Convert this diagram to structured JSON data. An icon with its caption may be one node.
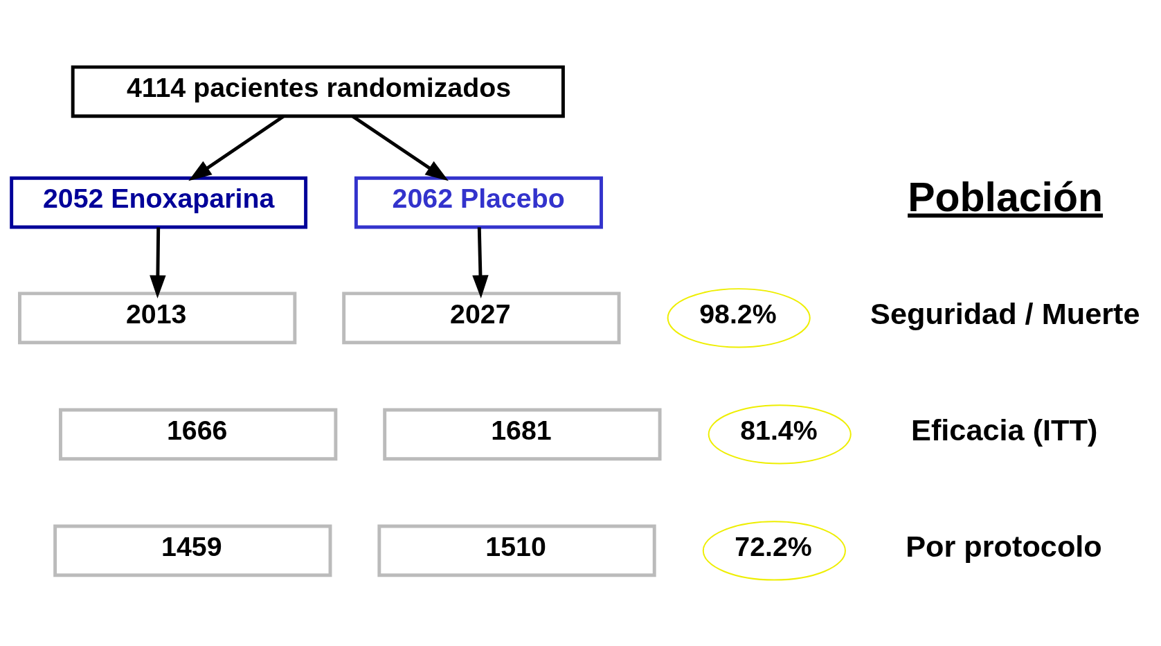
{
  "diagram": {
    "nodes": [
      {
        "text": [
          "4114 pacientes randomizados"
        ]
      },
      {
        "text": [
          "2052 Enoxaparina"
        ]
      },
      {
        "text": [
          "2062 Placebo"
        ]
      },
      {
        "text": [
          "2013"
        ]
      },
      {
        "text": [
          "2027"
        ]
      },
      {
        "text": [
          "98.2%"
        ]
      },
      {
        "text": [
          "1666"
        ]
      },
      {
        "text": [
          "1681"
        ]
      },
      {
        "text": [
          "81.4%"
        ]
      },
      {
        "text": [
          "1459"
        ]
      },
      {
        "text": [
          "1510"
        ]
      },
      {
        "text": [
          "72.2%"
        ]
      }
    ],
    "edges": [
      {
        "from": 0,
        "to": 1,
        "arrow": "to"
      },
      {
        "from": 0,
        "to": 2,
        "arrow": "to"
      },
      {
        "from": 1,
        "to": 3,
        "arrow": "to"
      },
      {
        "from": 2,
        "to": 4,
        "arrow": "to"
      }
    ],
    "labels": [
      "Población",
      "Seguridad / Muerte",
      "Eficacia (ITT)",
      "Por protocolo"
    ]
  }
}
